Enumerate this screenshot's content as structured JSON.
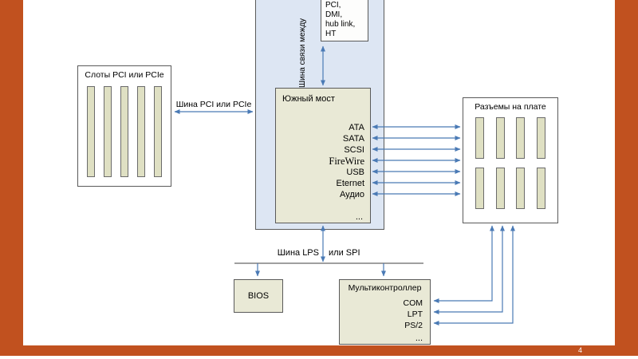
{
  "slide": {
    "page_number": "4"
  },
  "colors": {
    "accent": "#c1511f",
    "arrow": "#4a7ab5",
    "box_fill": "#e9e9d6",
    "bus_area": "#dde6f3"
  },
  "top_connector": {
    "lines": [
      "PCI,",
      "DMI,",
      "hub link,",
      "HT"
    ]
  },
  "interbridge_bus_label": "Шина связи между",
  "pci_slots_box": {
    "title": "Слоты PCI или PCIe",
    "slot_count": 5
  },
  "pci_bus_label": "Шина PCI или PCIe",
  "southbridge": {
    "title": "Южный мост",
    "interfaces": [
      "ATA",
      "SATA",
      "SCSI",
      "FireWire",
      "USB",
      "Eternet",
      "Аудио"
    ],
    "more": "..."
  },
  "board_connectors": {
    "title": "Разъемы на плате",
    "rows": 2,
    "slots_per_row": 4
  },
  "lpc_bus": {
    "left": "Шина LPS",
    "right": "или SPI"
  },
  "bios": {
    "label": "BIOS"
  },
  "multicontroller": {
    "title": "Мультиконтроллер",
    "ports": [
      "COM",
      "LPT",
      "PS/2"
    ],
    "more": "..."
  }
}
